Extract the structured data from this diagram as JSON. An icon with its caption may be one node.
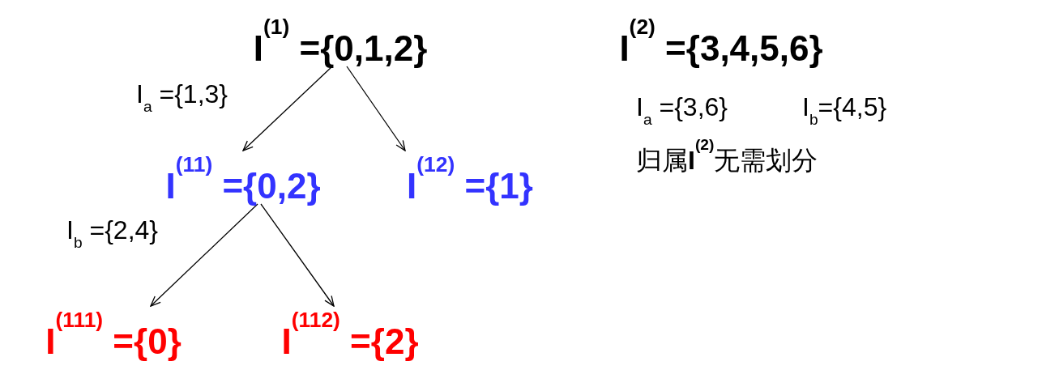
{
  "diagram": {
    "nodes": [
      {
        "text": [
          "I$^{(1)}$ ={0,1,2}"
        ]
      },
      {
        "text": [
          "I$^{(11)}$ ={0,2}"
        ]
      },
      {
        "text": [
          "I$^{(12)}$ ={1}"
        ]
      },
      {
        "text": [
          "I$^{(111)}$ ={0}"
        ]
      },
      {
        "text": [
          "I$^{(112)}$ ={2}"
        ]
      },
      {
        "text": [
          "I$^{(2)}$ ={3,4,5,6}"
        ]
      }
    ],
    "edges": [
      {
        "from": 0,
        "to": 1,
        "arrow": "to",
        "label": "I$_{a}$ ={1,3}"
      },
      {
        "from": 0,
        "to": 2,
        "arrow": "to"
      },
      {
        "from": 1,
        "to": 3,
        "arrow": "to",
        "label": "I$_{b}$ ={2,4}"
      },
      {
        "from": 1,
        "to": 4,
        "arrow": "to"
      }
    ],
    "labels": [
      "I$_{a}$ ={3,6}",
      "I$_{b}$={4,5}",
      "归属**I$^{(2)}$**无需划分"
    ]
  }
}
